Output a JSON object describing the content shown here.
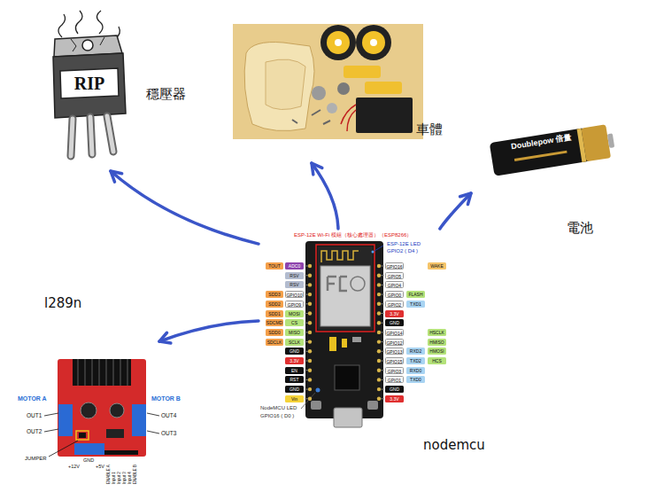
{
  "diagram": {
    "nodes": [
      {
        "text": [
          "穩壓器"
        ]
      },
      {
        "text": [
          "車體"
        ]
      },
      {
        "text": [
          "電池"
        ]
      },
      {
        "text": [
          "l289n"
        ]
      },
      {
        "text": [
          "nodemcu"
        ]
      }
    ],
    "edges": [
      {
        "from": 4,
        "to": 0,
        "arrow": "to"
      },
      {
        "from": 4,
        "to": 1,
        "arrow": "to"
      },
      {
        "from": 4,
        "to": 2,
        "arrow": "to"
      },
      {
        "from": 4,
        "to": 3,
        "arrow": "to"
      }
    ],
    "labels": [
      "RIP",
      "Doublepow 倍量",
      "MOTOR A",
      "OUT1",
      "OUT2",
      "JUMPER",
      "MOTOR B",
      "OUT4",
      "OUT3",
      "+12V",
      "GND",
      "+5V",
      "ENABLE A",
      "Input 1",
      "Input 2",
      "Input 3",
      "Input 4",
      "ENABLE B",
      "ESP-12E Wi-Fi 模組（核心處理器）（ESP8266）",
      "ESP-12E LED",
      "GPIO2 ( D4 )",
      "TOUT",
      "SDD3",
      "SDD2",
      "SDD1",
      "SDCMD",
      "SDD0",
      "SDCLK",
      "ADC0",
      "RSV",
      "RSV",
      "GPIO10",
      "GPIO9",
      "MOSI",
      "CS",
      "MISO",
      "SCLK",
      "GND",
      "3.3V",
      "EN",
      "RST",
      "GND",
      "Vin",
      "GPIO16",
      "GPIO5",
      "GPIO4",
      "GPIO0",
      "GPIO2",
      "3.3V",
      "GND",
      "GPIO14",
      "GPIO12",
      "GPIO13",
      "GPIO15",
      "GPIO3",
      "GPIO1",
      "GND",
      "3.3V",
      "FLASH",
      "TXD1",
      "RXD2",
      "TXD2",
      "RXD0",
      "TXD0",
      "WAKE",
      "HSCLK",
      "HMISO",
      "HMOSI",
      "HCS",
      "NodeMCU LED",
      "GPIO16 ( D0 )"
    ]
  }
}
